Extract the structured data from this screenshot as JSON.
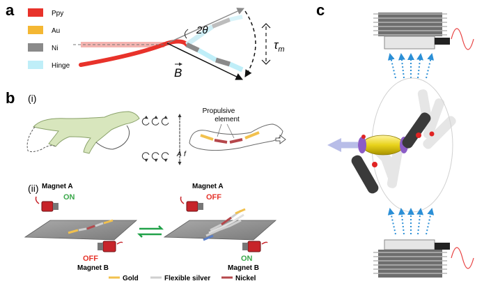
{
  "panel_a": {
    "letter": "a",
    "legend": [
      {
        "label": "Ppy",
        "color": "#e8322a"
      },
      {
        "label": "Au",
        "color": "#f4b733"
      },
      {
        "label": "Ni",
        "color": "#8a8a8a"
      },
      {
        "label": "Hinge",
        "color": "#bfeef8"
      }
    ],
    "angle_label": "2θ",
    "torque_label": "τ",
    "torque_sub": "m",
    "field_label": "B"
  },
  "panel_b": {
    "letter": "b",
    "sub_i": "(i)",
    "sub_ii": "(ii)",
    "propulsive_label_1": "Propulsive",
    "propulsive_label_2": "element",
    "amp_label": "A",
    "freq_label": "f",
    "magnet_a_1": "Magnet A",
    "state_a_1": "ON",
    "magnet_b_1": "Magnet B",
    "state_b_1": "OFF",
    "magnet_a_2": "Magnet A",
    "state_a_2": "OFF",
    "magnet_b_2": "Magnet B",
    "state_b_2": "ON",
    "legend": [
      {
        "label": "Gold",
        "color": "#f2c14e"
      },
      {
        "label": "Flexible silver",
        "color": "#cfcfcf"
      },
      {
        "label": "Nickel",
        "color": "#b5474b"
      }
    ],
    "on_color": "#3aa84a",
    "off_color": "#e5332a"
  },
  "panel_c": {
    "letter": "c"
  }
}
